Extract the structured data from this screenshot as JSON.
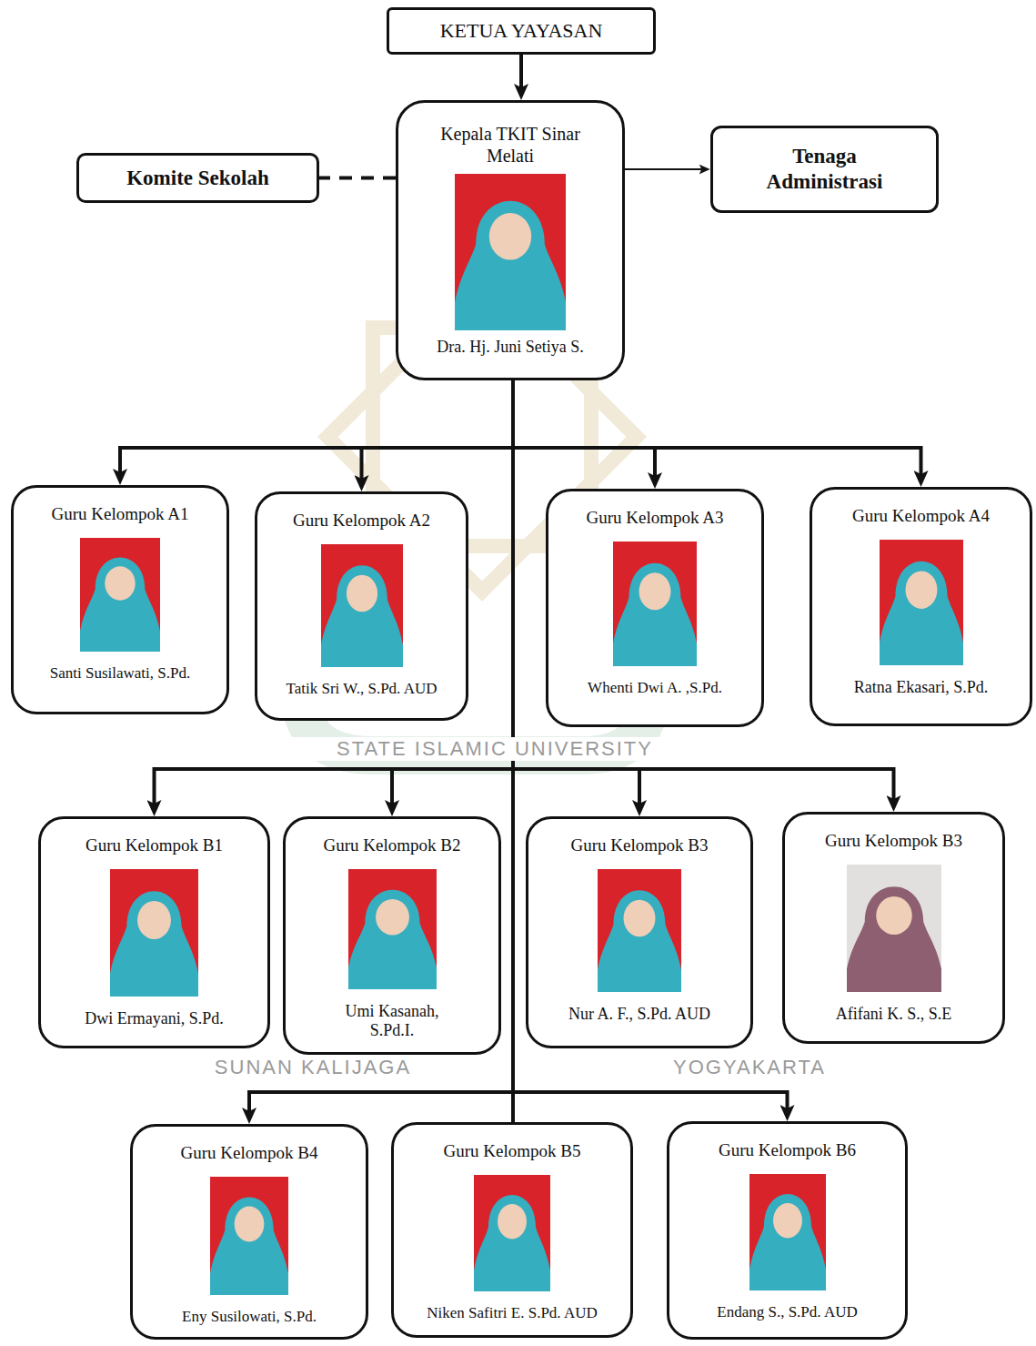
{
  "diagram": {
    "nodes": [
      {
        "text": [
          "KETUA YAYASAN"
        ]
      },
      {
        "text": [
          "Komite Sekolah"
        ]
      },
      {
        "text": [
          "Kepala TKIT Sinar Melati",
          "Dra. Hj. Juni Setiya S."
        ]
      },
      {
        "text": [
          "Tenaga Administrasi"
        ]
      },
      {
        "text": [
          "Guru Kelompok A1",
          "Santi Susilawati, S.Pd."
        ]
      },
      {
        "text": [
          "Guru Kelompok A2",
          "Tatik Sri W., S.Pd. AUD"
        ]
      },
      {
        "text": [
          "Guru Kelompok A3",
          "Whenti Dwi A. ,S.Pd."
        ]
      },
      {
        "text": [
          "Guru Kelompok A4",
          "Ratna Ekasari, S.Pd."
        ]
      },
      {
        "text": [
          "Guru Kelompok B1",
          "Dwi Ermayani, S.Pd."
        ]
      },
      {
        "text": [
          "Guru Kelompok B2",
          "Umi Kasanah, S.Pd.I."
        ]
      },
      {
        "text": [
          "Guru Kelompok B3",
          "Nur A. F., S.Pd. AUD"
        ]
      },
      {
        "text": [
          "Guru Kelompok B3",
          "Afifani K. S., S.E"
        ]
      },
      {
        "text": [
          "Guru Kelompok B4",
          "Eny Susilowati, S.Pd."
        ]
      },
      {
        "text": [
          "Guru Kelompok B5",
          "Niken Safitri E. S.Pd. AUD"
        ]
      },
      {
        "text": [
          "Guru Kelompok B6",
          "Endang S., S.Pd. AUD"
        ]
      }
    ],
    "edges": [
      {
        "from": 0,
        "to": 2,
        "arrow": "to"
      },
      {
        "from": 2,
        "to": 1,
        "arrow": "none"
      },
      {
        "from": 2,
        "to": 3,
        "arrow": "to"
      },
      {
        "from": 2,
        "to": 4,
        "arrow": "to"
      },
      {
        "from": 2,
        "to": 5,
        "arrow": "to"
      },
      {
        "from": 2,
        "to": 6,
        "arrow": "to"
      },
      {
        "from": 2,
        "to": 7,
        "arrow": "to"
      },
      {
        "from": 2,
        "to": 8,
        "arrow": "to"
      },
      {
        "from": 2,
        "to": 9,
        "arrow": "to"
      },
      {
        "from": 2,
        "to": 10,
        "arrow": "to"
      },
      {
        "from": 2,
        "to": 11,
        "arrow": "to"
      },
      {
        "from": 2,
        "to": 12,
        "arrow": "to"
      },
      {
        "from": 2,
        "to": 13,
        "arrow": "none"
      },
      {
        "from": 2,
        "to": 14,
        "arrow": "to"
      }
    ],
    "labels": [
      "STATE ISLAMIC UNIVERSITY",
      "SUNAN KALIJAGA",
      "YOGYAKARTA"
    ]
  }
}
